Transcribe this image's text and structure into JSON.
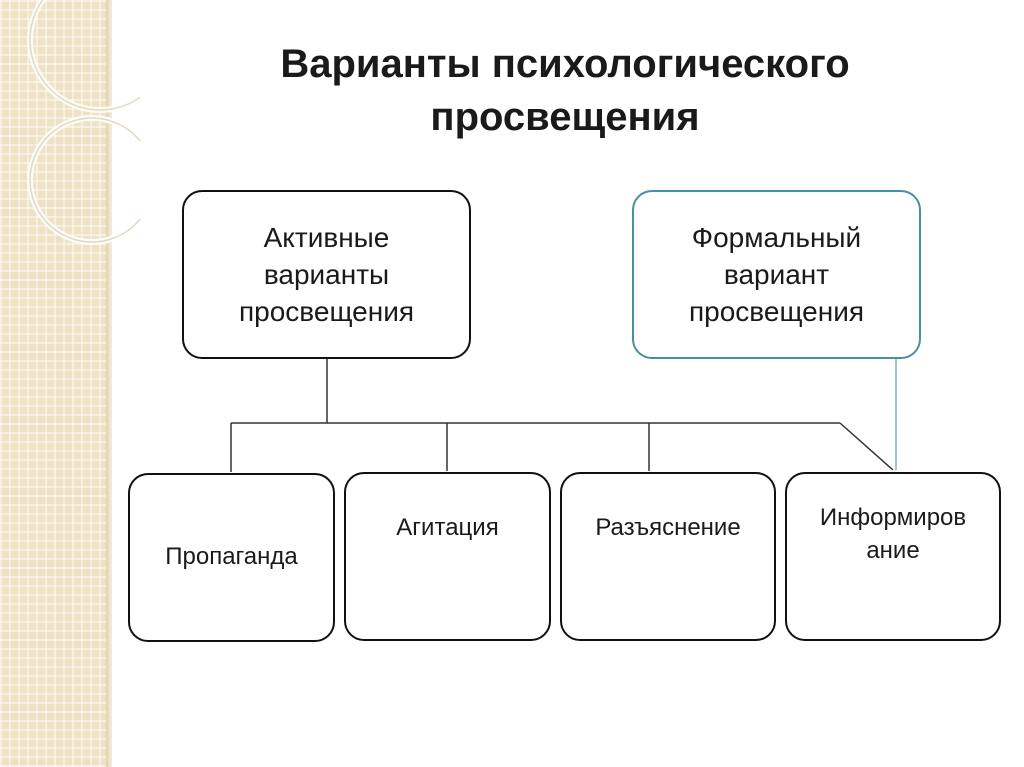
{
  "slide": {
    "title_line1": "Варианты психологического",
    "title_line2": "просвещения"
  },
  "diagram": {
    "top_boxes": [
      {
        "label": "Активные\nварианты\nпросвещения"
      },
      {
        "label": "Формальный\nвариант\nпросвещения"
      }
    ],
    "bottom_boxes": [
      {
        "label": "Пропаганда"
      },
      {
        "label": "Агитация"
      },
      {
        "label": "Разъяснение"
      },
      {
        "label": "Информиров\nание"
      }
    ]
  },
  "colors": {
    "border": "#111111",
    "accent_border": "#4a8fa0",
    "side_strip": "#efe2c4",
    "text": "#1a1a1a"
  }
}
